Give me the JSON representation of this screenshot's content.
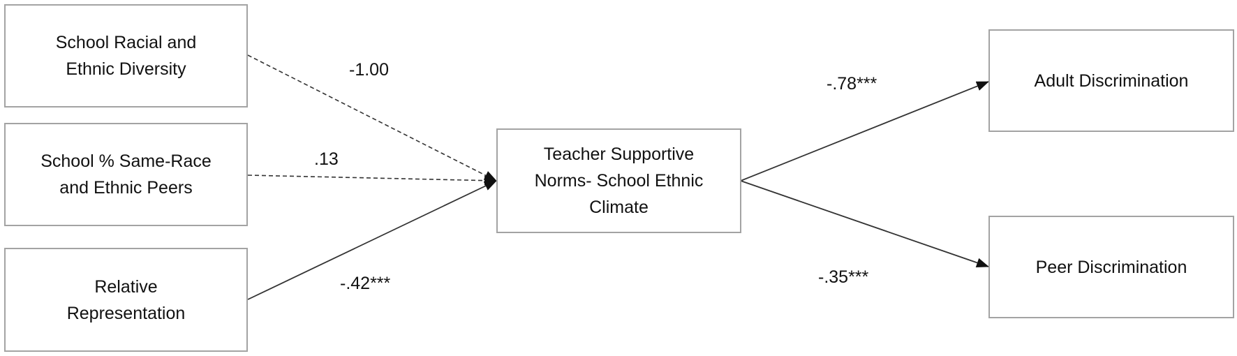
{
  "diagram": {
    "type": "path model",
    "nodes": {
      "diversity": {
        "lines": [
          "School Racial and",
          "Ethnic Diversity"
        ]
      },
      "same_race": {
        "lines": [
          "School % Same-Race",
          "and Ethnic Peers"
        ]
      },
      "relative": {
        "lines": [
          "Relative",
          "Representation"
        ]
      },
      "teacher": {
        "lines": [
          "Teacher Supportive",
          "Norms- School Ethnic",
          "Climate"
        ]
      },
      "adult": {
        "lines": [
          "Adult Discrimination"
        ]
      },
      "peer": {
        "lines": [
          "Peer Discrimination"
        ]
      }
    },
    "edges": [
      {
        "from": "School Racial and Ethnic Diversity",
        "to": "Teacher Supportive Norms- School Ethnic Climate",
        "coef": "-1.00",
        "style": "dashed"
      },
      {
        "from": "School % Same-Race and Ethnic Peers",
        "to": "Teacher Supportive Norms- School Ethnic Climate",
        "coef": ".13",
        "style": "dashed"
      },
      {
        "from": "Relative Representation",
        "to": "Teacher Supportive Norms- School Ethnic Climate",
        "coef": "-.42***",
        "style": "solid"
      },
      {
        "from": "Teacher Supportive Norms- School Ethnic Climate",
        "to": "Adult Discrimination",
        "coef": "-.78***",
        "style": "solid"
      },
      {
        "from": "Teacher Supportive Norms- School Ethnic Climate",
        "to": "Peer Discrimination",
        "coef": "-.35***",
        "style": "solid"
      }
    ],
    "colors": {
      "line": "#333333",
      "box_border": "#a3a3a3",
      "text": "#111111"
    }
  }
}
